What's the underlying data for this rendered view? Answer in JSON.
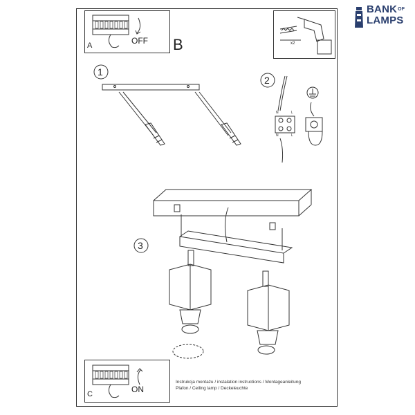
{
  "logo": {
    "line1": "BANK",
    "of": "OF",
    "line2": "LAMPS",
    "color": "#2a3f6e"
  },
  "panel_a": {
    "letter": "A",
    "action": "OFF"
  },
  "panel_b": {
    "letter": "B",
    "anchor_count": "x2"
  },
  "panel_c": {
    "letter": "C",
    "action": "ON"
  },
  "steps": {
    "step1": "1",
    "step2": "2",
    "step3": "3"
  },
  "wiring": {
    "n_top": "N",
    "l_top": "L",
    "n_bottom": "N",
    "l_bottom": "L"
  },
  "caption": {
    "line1": "Instrukcja montażu / instalation instructions / Montageanleitung",
    "line2": "Plafon / Ceiling lamp / Deckeleuchte"
  }
}
